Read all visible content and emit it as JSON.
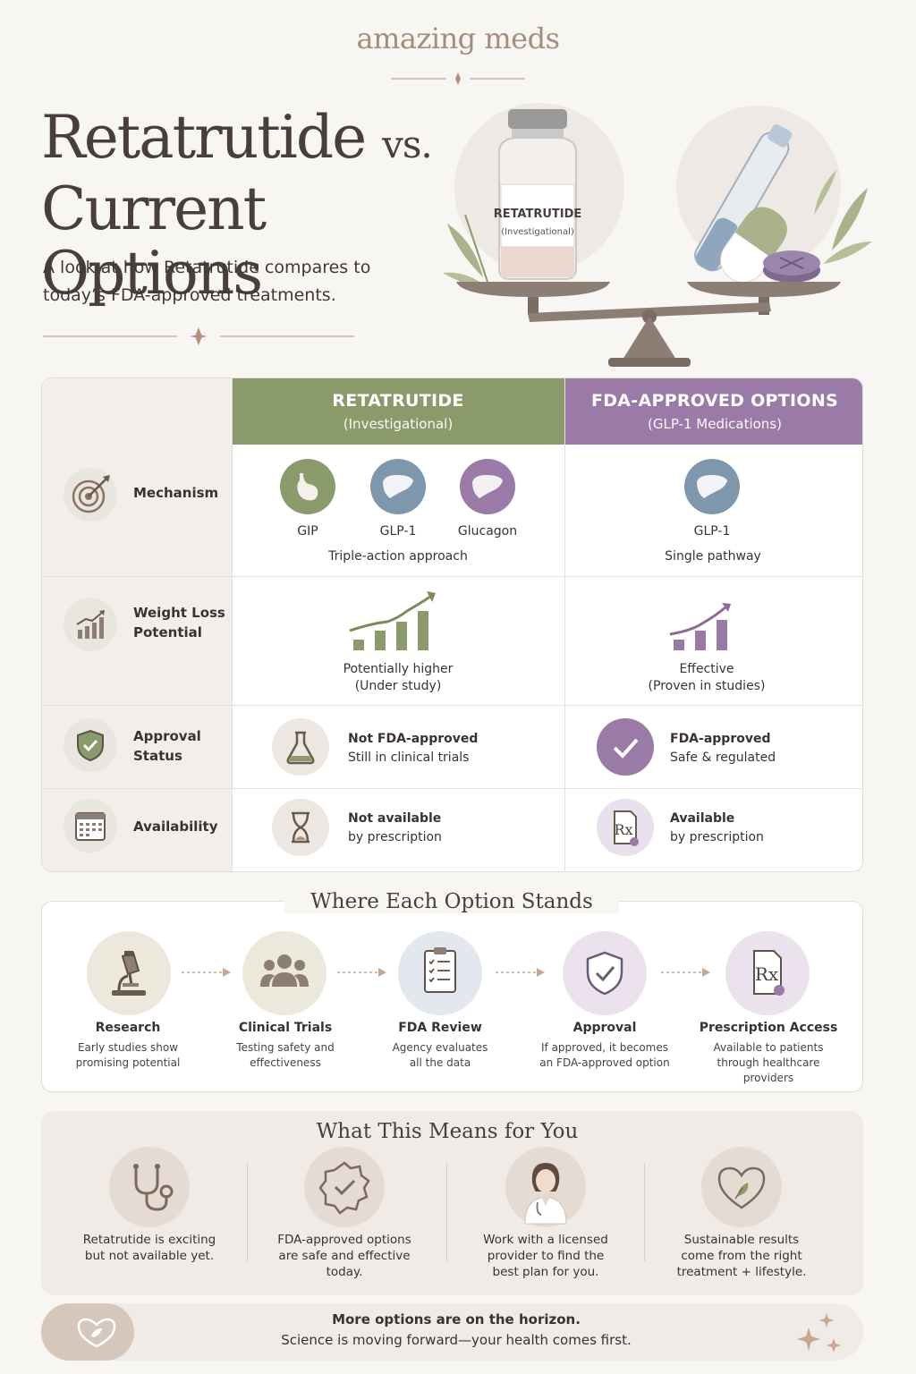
{
  "brand": "amazing meds",
  "title": {
    "line1": "Retatrutide",
    "vs": "vs.",
    "line2": "Current Options"
  },
  "subtitle": "A look at how Retatrutide compares to today’s FDA-approved treatments.",
  "hero": {
    "vial_label": "RETATRUTIDE",
    "vial_sublabel": "(Investigational)"
  },
  "table": {
    "col_retatrutide": {
      "title": "RETATRUTIDE",
      "subtitle": "(Investigational)"
    },
    "col_fda": {
      "title": "FDA-APPROVED OPTIONS",
      "subtitle": "(GLP-1 Medications)"
    },
    "rows": {
      "mechanism": {
        "label": "Mechanism",
        "ret_items": [
          "GIP",
          "GLP-1",
          "Glucagon"
        ],
        "ret_summary": "Triple-action approach",
        "fda_items": [
          "GLP-1"
        ],
        "fda_summary": "Single pathway"
      },
      "weight": {
        "label_line1": "Weight Loss",
        "label_line2": "Potential",
        "ret_line1": "Potentially higher",
        "ret_line2": "(Under study)",
        "fda_line1": "Effective",
        "fda_line2": "(Proven in studies)"
      },
      "approval": {
        "label_line1": "Approval",
        "label_line2": "Status",
        "ret_line1": "Not FDA-approved",
        "ret_line2": "Still in clinical trials",
        "fda_line1": "FDA-approved",
        "fda_line2": "Safe & regulated"
      },
      "availability": {
        "label": "Availability",
        "ret_line1": "Not available",
        "ret_line2": "by prescription",
        "fda_line1": "Available",
        "fda_line2": "by prescription"
      }
    }
  },
  "stands": {
    "title": "Where Each Option Stands",
    "steps": [
      {
        "title": "Research",
        "desc1": "Early studies show",
        "desc2": "promising potential",
        "desc3": ""
      },
      {
        "title": "Clinical Trials",
        "desc1": "Testing safety and",
        "desc2": "effectiveness",
        "desc3": ""
      },
      {
        "title": "FDA Review",
        "desc1": "Agency evaluates",
        "desc2": "all the data",
        "desc3": ""
      },
      {
        "title": "Approval",
        "desc1": "If approved, it becomes",
        "desc2": "an FDA-approved option",
        "desc3": ""
      },
      {
        "title": "Prescription Access",
        "desc1": "Available to patients",
        "desc2": "through healthcare",
        "desc3": "providers"
      }
    ]
  },
  "means": {
    "title": "What This Means for You",
    "items": [
      {
        "l1": "Retatrutide is exciting",
        "l2": "but not available yet.",
        "l3": ""
      },
      {
        "l1": "FDA-approved options",
        "l2": "are safe and effective",
        "l3": "today."
      },
      {
        "l1": "Work with a licensed",
        "l2": "provider to find the",
        "l3": "best plan for you."
      },
      {
        "l1": "Sustainable results",
        "l2": "come from the right",
        "l3": "treatment + lifestyle."
      }
    ]
  },
  "banner": {
    "line1": "More options are on the horizon.",
    "line2": "Science is moving forward—your health comes first."
  },
  "colors": {
    "green": "#8b9a6b",
    "purple": "#9a7aa6",
    "blue": "#7f97ad",
    "brand_tan": "#a58d7d"
  }
}
